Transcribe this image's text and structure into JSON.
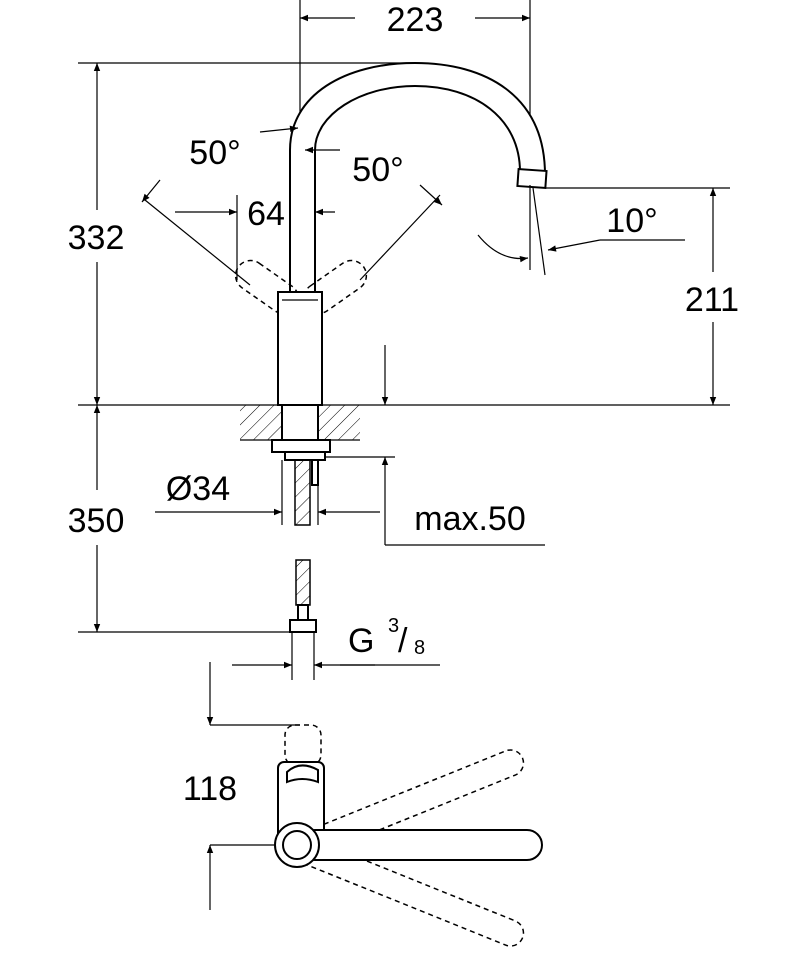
{
  "title": "Kitchen mixer tap dimension drawing",
  "dimensions": {
    "spout_reach": "223",
    "swivel_left": "50°",
    "swivel_right": "50°",
    "handle_width": "64",
    "total_height": "332",
    "spout_angle": "10°",
    "spout_height": "211",
    "hose_length": "350",
    "shank_diameter": "Ø34",
    "max_counter_thickness": "max.50",
    "connection_thread_prefix": "G",
    "connection_thread_num": "3",
    "connection_thread_den": "8",
    "handle_offset": "118"
  }
}
